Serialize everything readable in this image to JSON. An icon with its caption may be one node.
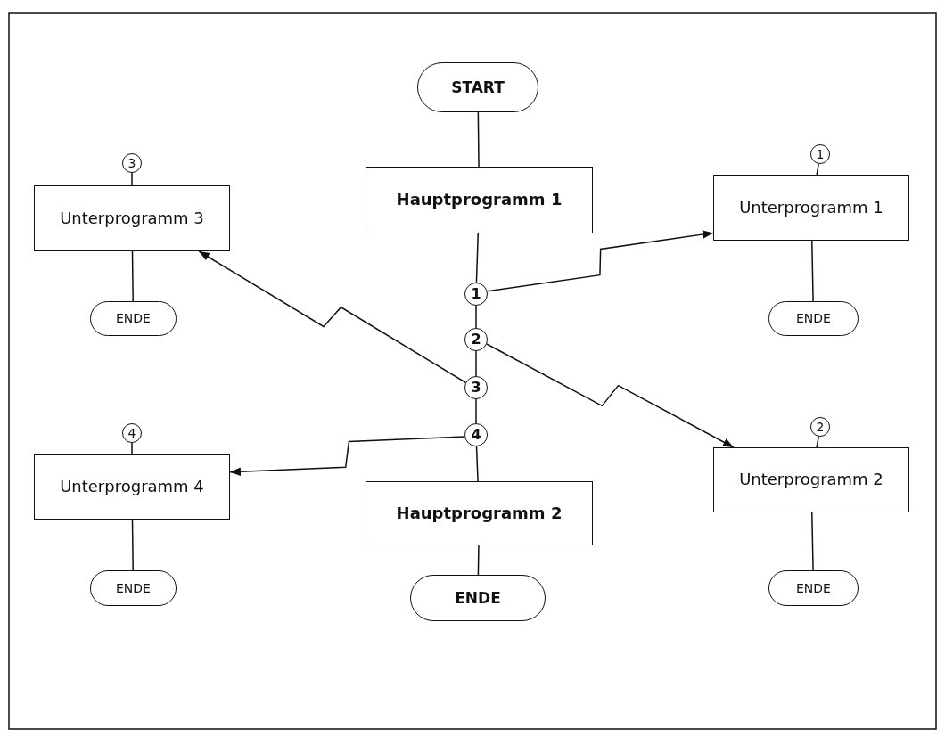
{
  "diagram": {
    "nodes": [
      {
        "text": [
          "START"
        ]
      },
      {
        "text": [
          "Hauptprogramm 1"
        ]
      },
      {
        "text": [
          "1"
        ]
      },
      {
        "text": [
          "2"
        ]
      },
      {
        "text": [
          "3"
        ]
      },
      {
        "text": [
          "4"
        ]
      },
      {
        "text": [
          "Hauptprogramm 2"
        ]
      },
      {
        "text": [
          "ENDE"
        ]
      },
      {
        "text": [
          "3"
        ]
      },
      {
        "text": [
          "Unterprogramm 3"
        ]
      },
      {
        "text": [
          "ENDE"
        ]
      },
      {
        "text": [
          "4"
        ]
      },
      {
        "text": [
          "Unterprogramm 4"
        ]
      },
      {
        "text": [
          "ENDE"
        ]
      },
      {
        "text": [
          "1"
        ]
      },
      {
        "text": [
          "Unterprogramm 1"
        ]
      },
      {
        "text": [
          "ENDE"
        ]
      },
      {
        "text": [
          "2"
        ]
      },
      {
        "text": [
          "Unterprogramm 2"
        ]
      },
      {
        "text": [
          "ENDE"
        ]
      }
    ],
    "edges": [
      {
        "from": 0,
        "to": 1,
        "arrow": "none"
      },
      {
        "from": 1,
        "to": 2,
        "arrow": "none"
      },
      {
        "from": 2,
        "to": 3,
        "arrow": "none"
      },
      {
        "from": 3,
        "to": 4,
        "arrow": "none"
      },
      {
        "from": 4,
        "to": 5,
        "arrow": "none"
      },
      {
        "from": 5,
        "to": 6,
        "arrow": "none"
      },
      {
        "from": 6,
        "to": 7,
        "arrow": "none"
      },
      {
        "from": 8,
        "to": 9,
        "arrow": "none"
      },
      {
        "from": 9,
        "to": 10,
        "arrow": "none"
      },
      {
        "from": 11,
        "to": 12,
        "arrow": "none"
      },
      {
        "from": 12,
        "to": 13,
        "arrow": "none"
      },
      {
        "from": 14,
        "to": 15,
        "arrow": "none"
      },
      {
        "from": 15,
        "to": 16,
        "arrow": "none"
      },
      {
        "from": 17,
        "to": 18,
        "arrow": "none"
      },
      {
        "from": 18,
        "to": 19,
        "arrow": "none"
      },
      {
        "from": 2,
        "to": 15,
        "arrow": "to"
      },
      {
        "from": 3,
        "to": 18,
        "arrow": "to"
      },
      {
        "from": 4,
        "to": 9,
        "arrow": "to"
      },
      {
        "from": 5,
        "to": 12,
        "arrow": "to"
      }
    ]
  }
}
